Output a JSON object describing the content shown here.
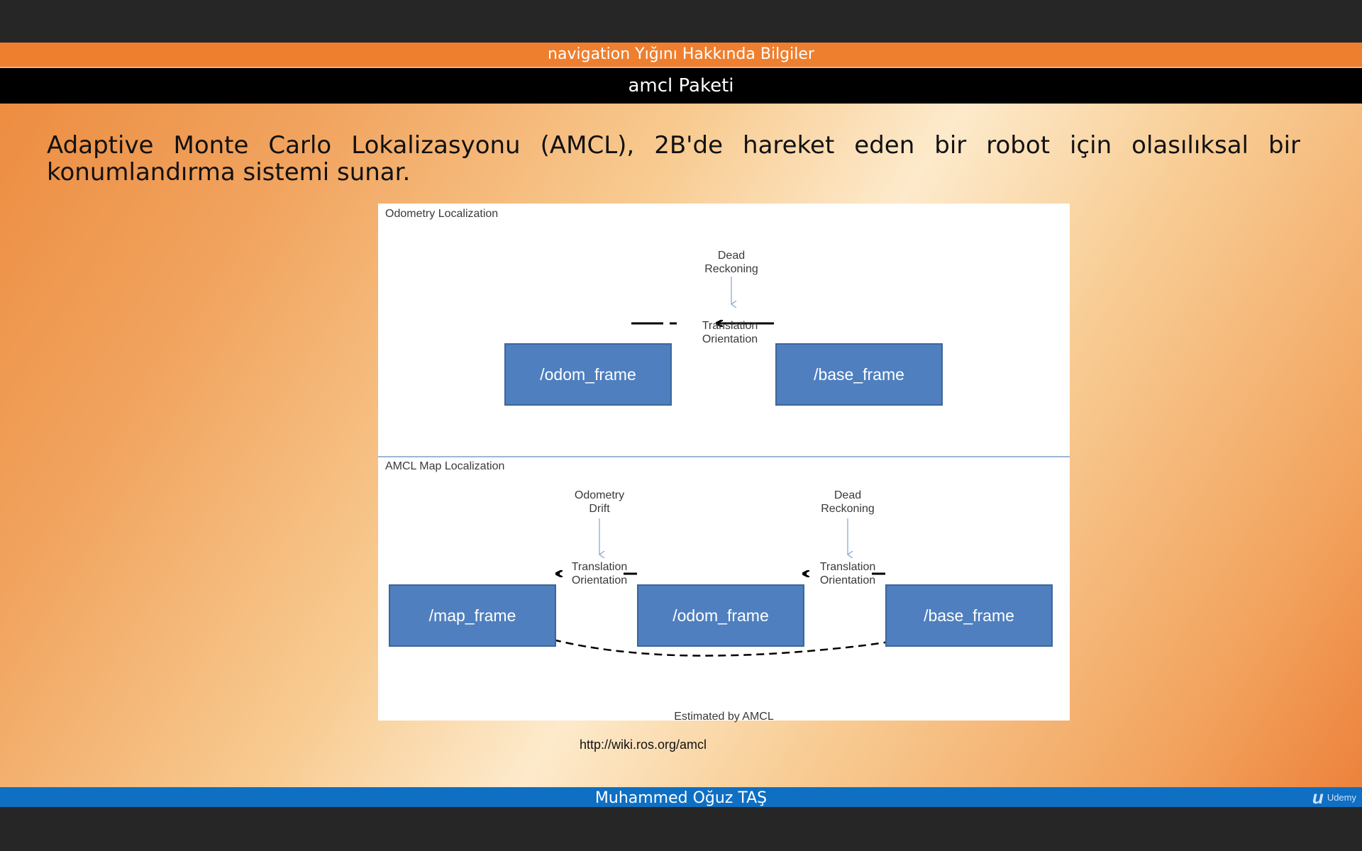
{
  "slide": {
    "top_bar_title": "navigation Yığını Hakkında Bilgiler",
    "title": "amcl Paketi",
    "intro_text": "Adaptive Monte Carlo Lokalizasyonu (AMCL), 2B'de hareket eden bir robot için olasılıksal bir konumlandırma sistemi sunar.",
    "source_link": "http://wiki.ros.org/amcl",
    "author": "Muhammed Oğuz TAŞ",
    "brand": "Udemy"
  },
  "diagram": {
    "odometry_section": {
      "label": "Odometry Localization",
      "frames": [
        "/odom_frame",
        "/base_frame"
      ],
      "edge_label_line1": "Translation",
      "edge_label_line2": "Orientation",
      "source_label_line1": "Dead",
      "source_label_line2": "Reckoning"
    },
    "amcl_section": {
      "label": "AMCL Map Localization",
      "frames": [
        "/map_frame",
        "/odom_frame",
        "/base_frame"
      ],
      "edge1_line1": "Translation",
      "edge1_line2": "Orientation",
      "edge2_line1": "Translation",
      "edge2_line2": "Orientation",
      "drift_label_line1": "Odometry",
      "drift_label_line2": "Drift",
      "dead_reckoning_line1": "Dead",
      "dead_reckoning_line2": "Reckoning",
      "estimate_label": "Estimated by AMCL"
    },
    "colors": {
      "frame_fill": "#4f7fbe",
      "frame_border": "#3d6699",
      "annotation_arrow": "#7fa4d1"
    }
  }
}
